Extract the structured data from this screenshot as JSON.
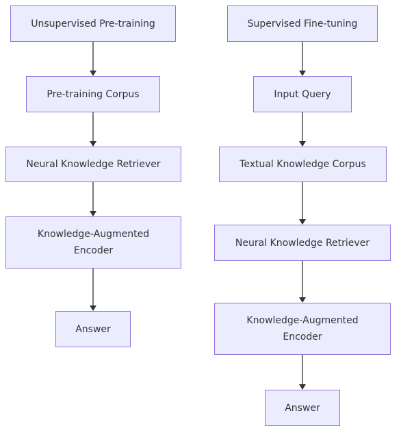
{
  "left_flow": {
    "nodes": [
      "Unsupervised Pre-training",
      "Pre-training Corpus",
      "Neural Knowledge Retriever",
      "Knowledge-Augmented Encoder",
      "Answer"
    ]
  },
  "right_flow": {
    "nodes": [
      "Supervised Fine-tuning",
      "Input Query",
      "Textual Knowledge Corpus",
      "Neural Knowledge Retriever",
      "Knowledge-Augmented Encoder",
      "Answer"
    ]
  },
  "colors": {
    "node_fill": "#ececff",
    "node_border": "#9370db",
    "text": "#333333",
    "edge": "#333333"
  }
}
